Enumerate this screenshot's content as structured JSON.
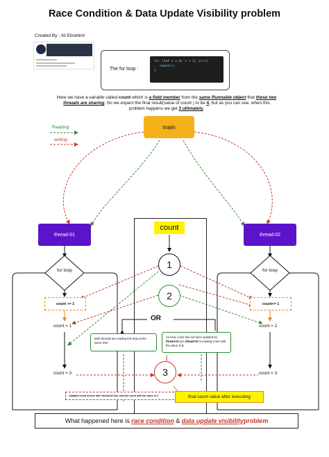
{
  "title": "Race Condition & Data Update Visibility problem",
  "created_by": "Created By : Ali Ebrahimi",
  "loop_box": {
    "label": "The for loop :",
    "code_line1_kw": "for",
    "code_line1": "(int i = 0; i < 2; i++){",
    "code_line2": "count++;",
    "code_line3": "}"
  },
  "description": {
    "p1": "Here we have a variable called ",
    "count": "count",
    "p2": " which is ",
    "field_member": "a field member",
    "p3": " from the ",
    "same_runnable": "same Runnable object",
    "p4": " that ",
    "these": "these two threads are sharing",
    "p5": " .So we expect the final result(value of count ) to be ",
    "four": "4",
    "p6": ", but as you can see, when this problem happens we get ",
    "three": "3 ultimately",
    "p7": "."
  },
  "legend": {
    "reading": "Reading",
    "writing": "writing"
  },
  "nodes": {
    "main": "main",
    "thread1": "thread-01",
    "thread2": "thread-02",
    "count": "count",
    "loop1": "for loop",
    "loop2": "for loop",
    "count_inc1": "count += 1",
    "count_inc2": "count+= 1",
    "c1": "count = 1",
    "c2": "count = 2",
    "c3l": "count = 3",
    "c3r": "count = 3",
    "step1": "1",
    "step2": "2",
    "step3": "3",
    "or": "OR"
  },
  "notes": {
    "left": "Both threads are reading this data at the same time.",
    "right_a": "As have count has not been updated by ",
    "right_b": "thread-01",
    "right_c": " yet, ",
    "right_d": "thread-02",
    "right_e": " is reading count with the value of ",
    "right_f": "2",
    "right_g": ".",
    "updated": "Updated count arrives after thread-02 has read the count with the value of 2",
    "final": "final count value after executing"
  },
  "bottom": {
    "p1": "What happened here is ",
    "race": "race condition",
    "amp": " & ",
    "visibility": "data update visibility",
    "p2": " problem"
  },
  "colors": {
    "reading": "#2e8b2e",
    "writing": "#c0392b",
    "main": "#f5b11c",
    "thread": "#5b14c9",
    "highlight": "#fff200"
  }
}
